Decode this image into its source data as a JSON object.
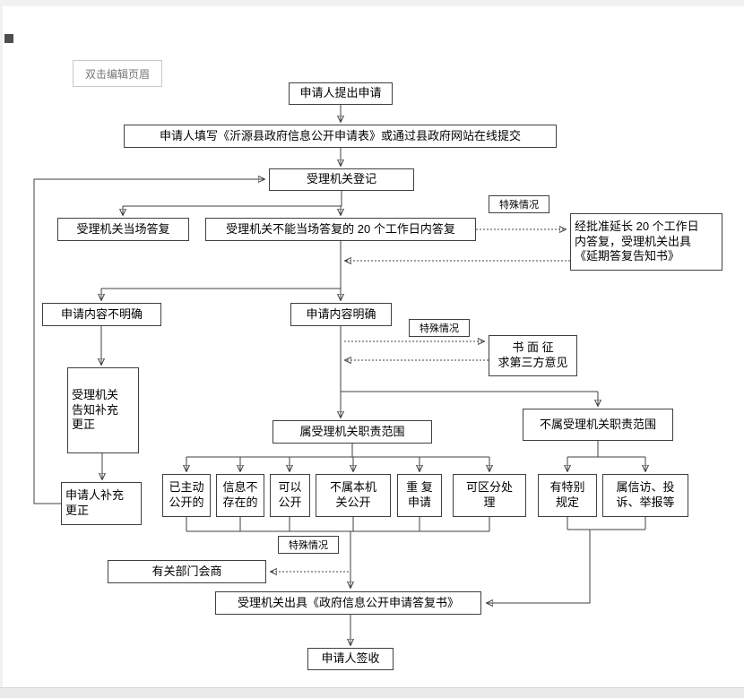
{
  "page": {
    "header_hint": "双击编辑页眉"
  },
  "colors": {
    "line": "#404040",
    "hint_border": "#c8c8c8",
    "hint_text": "#767676"
  },
  "nodes": {
    "submit": "申请人提出申请",
    "fill_form": "申请人填写《沂源县政府信息公开申请表》或通过县政府网站在线提交",
    "register": "受理机关登记",
    "onsite_reply": "受理机关当场答复",
    "within_20_days": "受理机关不能当场答复的 20 个工作日内答复",
    "special_case_1": "特殊情况",
    "extend_20_days": "经批准延长 20 个工作日\n内答复，受理机关出具\n《延期答复告知书》",
    "content_unclear": "申请内容不明确",
    "content_clear": "申请内容明确",
    "special_case_2": "特殊情况",
    "third_party": "书 面 征\n求第三方意见",
    "notify_supplement": "受理机关\n告知补充\n更正",
    "applicant_supplement": "申请人补充\n更正",
    "in_scope": "属受理机关职责范围",
    "out_of_scope": "不属受理机关职责范围",
    "already_public": "已主动\n公开的",
    "not_exist": "信息不\n存在的",
    "can_disclose": "可以\n公开",
    "not_this_organ": "不属本机\n关公开",
    "repeat_apply": "重 复\n申请",
    "separable": "可区分处\n理",
    "special_rules": "有特别\n规定",
    "petition": "属信访、投\n诉、举报等",
    "special_case_3": "特殊情况",
    "consult": "有关部门会商",
    "reply_doc": "受理机关出具《政府信息公开申请答复书》",
    "sign": "申请人签收"
  }
}
